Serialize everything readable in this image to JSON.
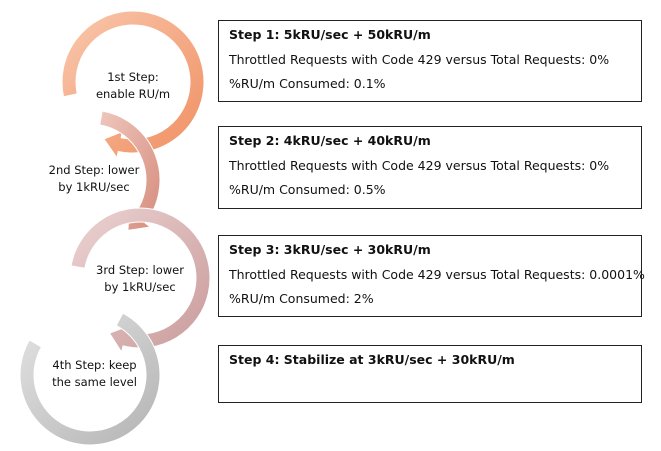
{
  "steps": [
    {
      "label": "1st Step: enable RU/m",
      "box_title": "Step 1: 5kRU/sec + 50kRU/m",
      "lines": [
        "Throttled Requests with Code 429 versus Total Requests: 0%",
        "%RU/m Consumed: 0.1%"
      ],
      "color": "#f5a57d"
    },
    {
      "label": "2nd Step: lower by 1kRU/sec",
      "box_title": "Step 2: 4kRU/sec + 40kRU/m",
      "lines": [
        "Throttled Requests with Code 429 versus Total Requests: 0%",
        "%RU/m Consumed: 0.5%"
      ],
      "color": "#e3a596"
    },
    {
      "label": "3rd Step: lower by 1kRU/sec",
      "box_title": "Step 3: 3kRU/sec + 30kRU/m",
      "lines": [
        "Throttled Requests with Code 429 versus Total Requests: 0.0001%",
        "%RU/m Consumed: 2%"
      ],
      "color": "#d9b2b2"
    },
    {
      "label": "4th Step: keep the same level",
      "box_title": "Step 4: Stabilize at 3kRU/sec + 30kRU/m",
      "lines": [],
      "color": "#c9c9c9"
    }
  ]
}
